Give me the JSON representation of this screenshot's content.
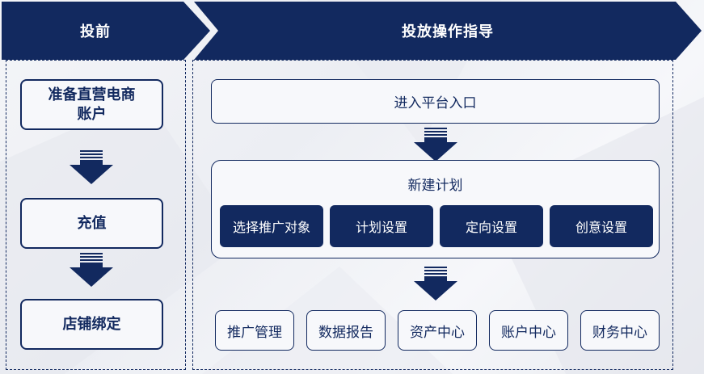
{
  "phases": {
    "pre": "投前",
    "operation": "投放操作指导"
  },
  "left_steps": [
    "准备直营电商\n账户",
    "充值",
    "店铺绑定"
  ],
  "entry": "进入平台入口",
  "plan": {
    "title": "新建计划",
    "steps": [
      "选择推广对象",
      "计划设置",
      "定向设置",
      "创意设置"
    ]
  },
  "bottom_items": [
    "推广管理",
    "数据报告",
    "资产中心",
    "账户中心",
    "财务中心"
  ],
  "colors": {
    "navy": "#12295f",
    "background": "#f0f1f5"
  }
}
